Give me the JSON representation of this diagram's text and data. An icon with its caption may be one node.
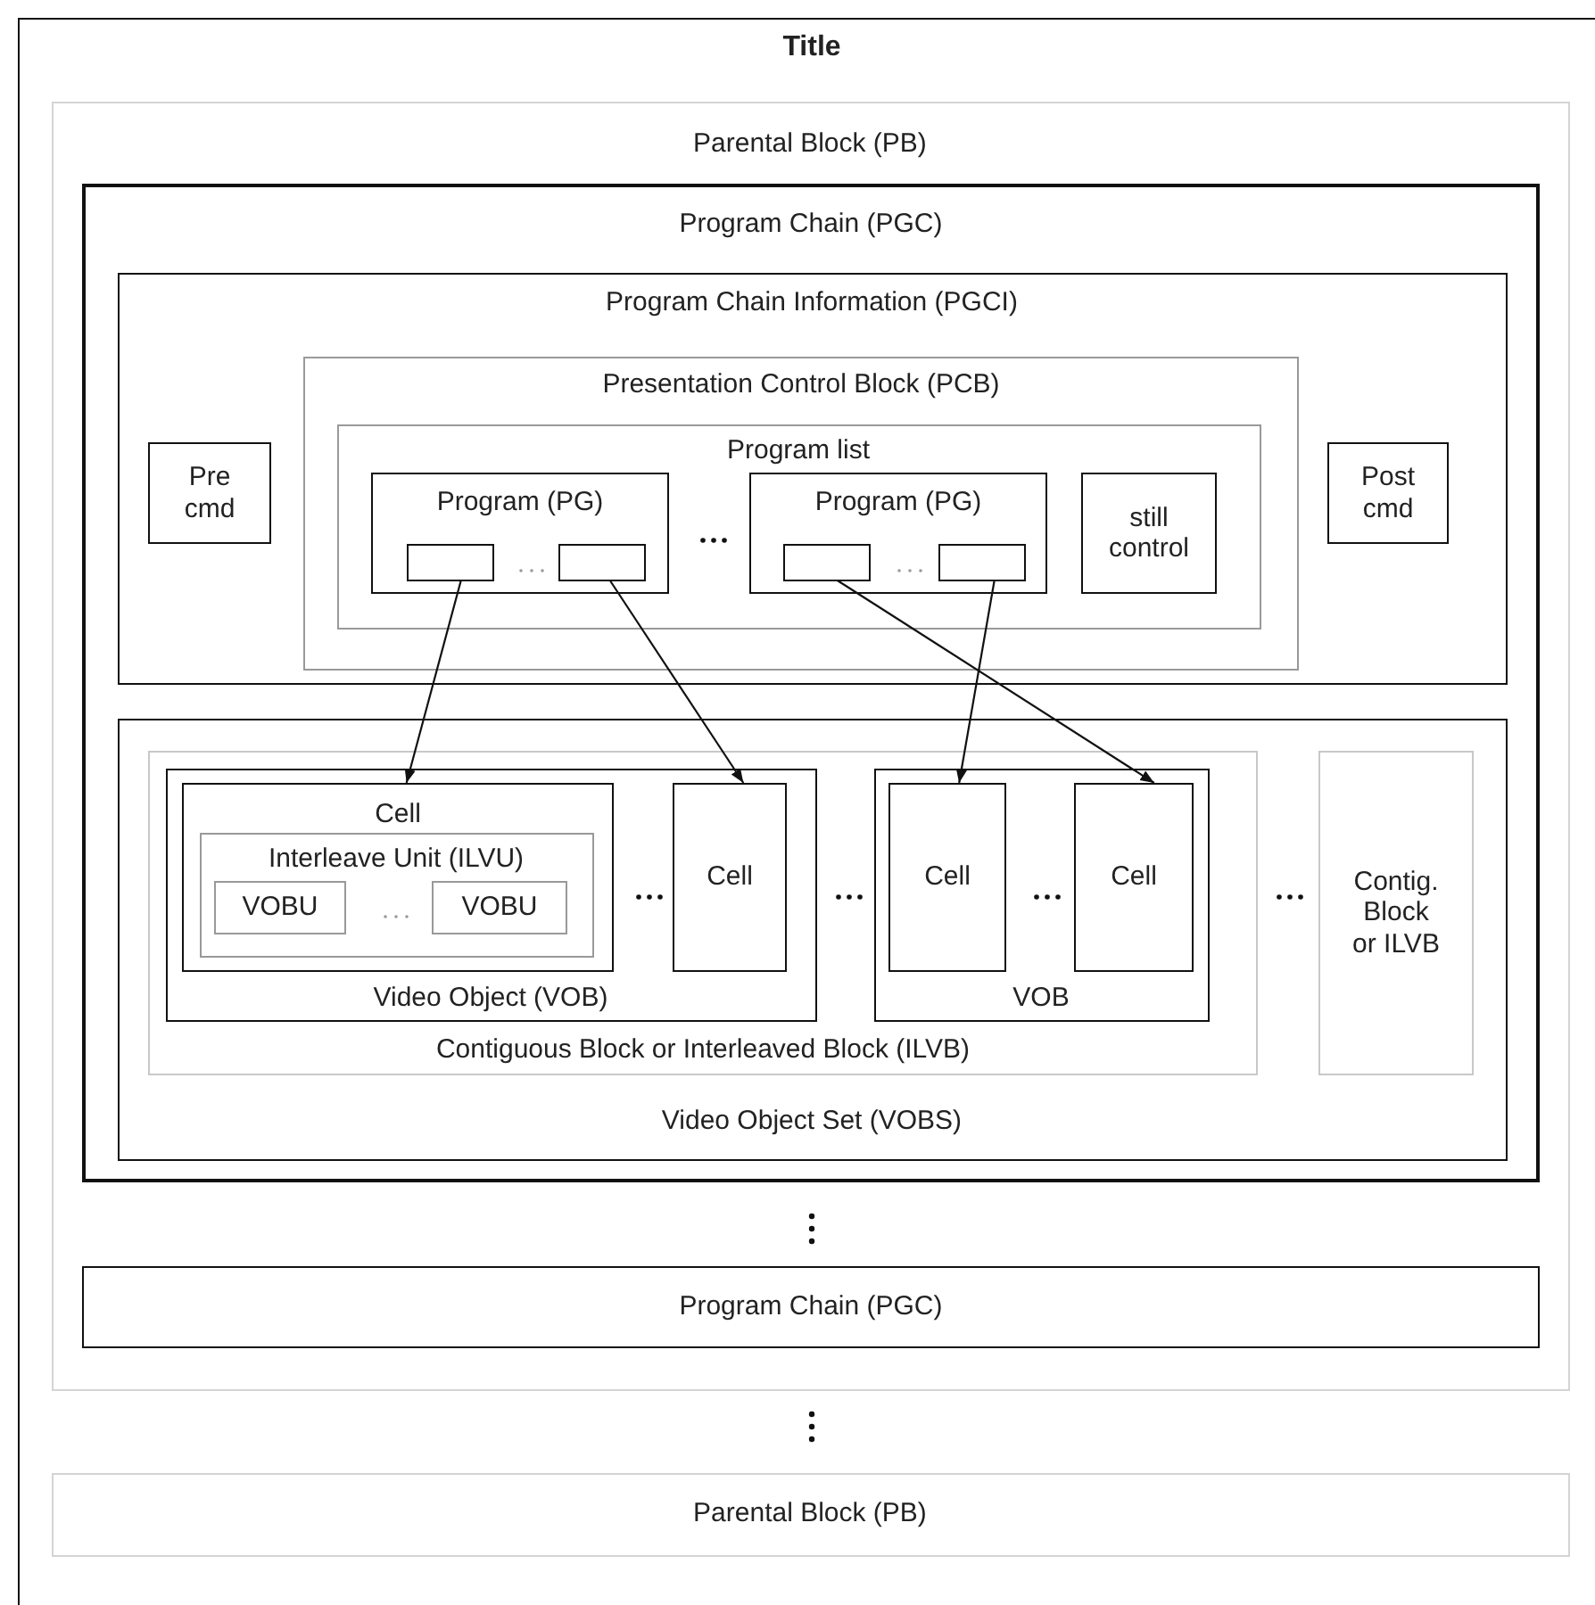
{
  "diagram": {
    "nodes": [
      {
        "text": [
          "Title"
        ]
      },
      {
        "text": [
          "Parental Block (PB)"
        ],
        "in": 0
      },
      {
        "text": [
          "Program Chain (PGC)"
        ],
        "in": 1
      },
      {
        "text": [
          "Program Chain Information (PGCI)"
        ],
        "in": 2
      },
      {
        "text": [
          "Pre cmd"
        ],
        "in": 3
      },
      {
        "text": [
          "Presentation Control Block (PCB)"
        ],
        "in": 3
      },
      {
        "text": [
          "Program list"
        ],
        "in": 5
      },
      {
        "text": [
          "Program (PG)"
        ],
        "in": 6
      },
      {
        "text": [],
        "shape": "box",
        "in": 7
      },
      {
        "text": [],
        "shape": "box",
        "in": 7
      },
      {
        "text": [
          "Program (PG)"
        ],
        "in": 6
      },
      {
        "text": [],
        "shape": "box",
        "in": 10
      },
      {
        "text": [],
        "shape": "box",
        "in": 10
      },
      {
        "text": [
          "still control"
        ],
        "in": 6
      },
      {
        "text": [
          "Post cmd"
        ],
        "in": 3
      },
      {
        "text": [
          "Video Object Set (VOBS)"
        ],
        "in": 2
      },
      {
        "text": [
          "Contiguous Block or Interleaved Block (ILVB)"
        ],
        "in": 15
      },
      {
        "text": [
          "Video Object (VOB)"
        ],
        "in": 16
      },
      {
        "text": [
          "Cell"
        ],
        "in": 17
      },
      {
        "text": [
          "Interleave Unit (ILVU)"
        ],
        "in": 18
      },
      {
        "text": [
          "VOBU"
        ],
        "in": 19
      },
      {
        "text": [
          "VOBU"
        ],
        "in": 19
      },
      {
        "text": [
          "Cell"
        ],
        "in": 17
      },
      {
        "text": [
          "VOB"
        ],
        "in": 16
      },
      {
        "text": [
          "Cell"
        ],
        "in": 23
      },
      {
        "text": [
          "Cell"
        ],
        "in": 23
      },
      {
        "text": [
          "Contig. Block or ILVB"
        ],
        "in": 15
      },
      {
        "text": [
          "Program Chain (PGC)"
        ],
        "in": 1
      },
      {
        "text": [
          "Parental Block (PB)"
        ],
        "in": 0
      }
    ],
    "edges": [
      {
        "from": 8,
        "to": 18,
        "arrow": "to"
      },
      {
        "from": 9,
        "to": 22,
        "arrow": "to"
      },
      {
        "from": 11,
        "to": 25,
        "arrow": "to"
      },
      {
        "from": 12,
        "to": 24,
        "arrow": "to"
      }
    ]
  }
}
